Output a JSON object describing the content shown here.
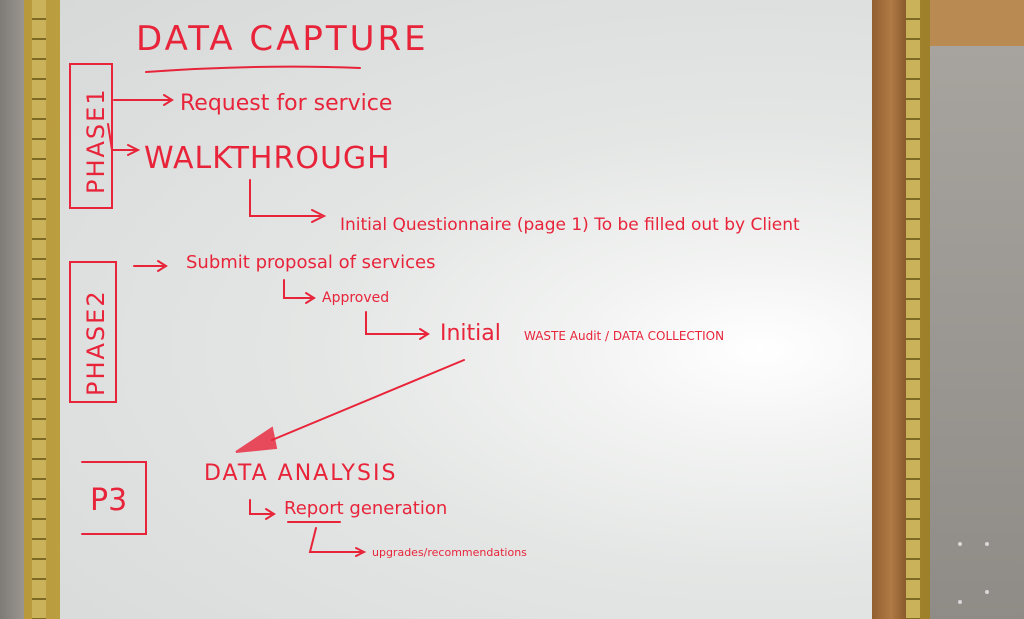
{
  "whiteboard": {
    "title": "DATA CAPTURE",
    "phase_labels": [
      "PHASE1",
      "PHASE2",
      "P3"
    ],
    "steps": {
      "request": "Request for service",
      "walkthrough": "WALKTHROUGH",
      "initial_q": "Initial Questionnaire (page 1) To be filled out by Client",
      "submit": "Submit proposal of services",
      "approved": "Approved",
      "initial": "Initial",
      "waste_audit": "WASTE Audit / DATA COLLECTION",
      "analysis": "DATA ANALYSIS",
      "report": "Report generation",
      "upgrades": "upgrades/recommendations"
    }
  },
  "colors": {
    "ink": "#e8243a",
    "board": "#e4e6e5",
    "frame": "#c9b25a",
    "wood": "#b98a52"
  }
}
